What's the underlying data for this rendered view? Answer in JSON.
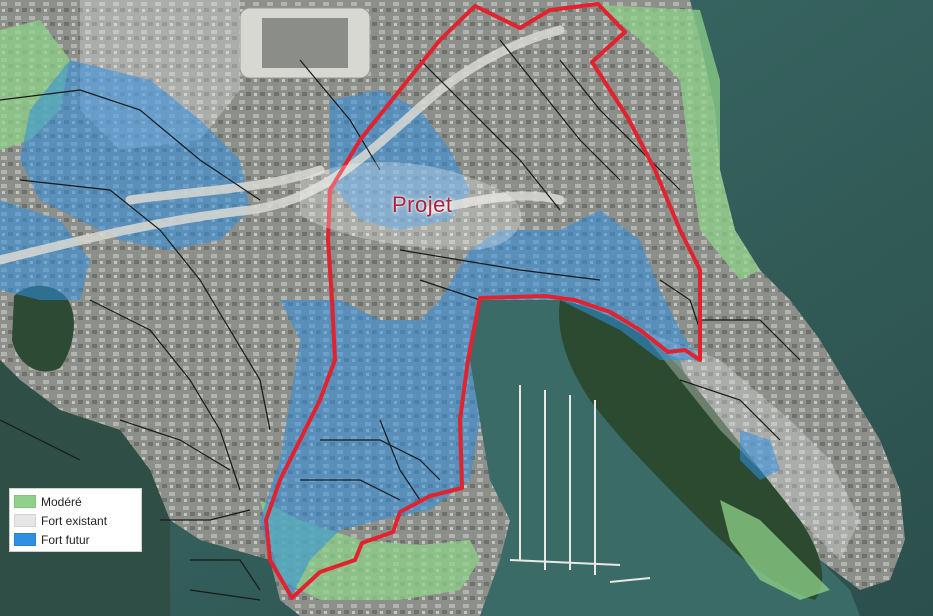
{
  "map": {
    "label": "Projet",
    "colors": {
      "moderate": "#8fd18a",
      "strong_existing": "#e6e6e6",
      "strong_future": "#2f8fe0",
      "project_outline": "#e2232f",
      "water": "#2f5a57"
    }
  },
  "legend": {
    "items": [
      {
        "label": "Modéré",
        "color": "#8fd18a"
      },
      {
        "label": "Fort existant",
        "color": "#e6e6e6"
      },
      {
        "label": "Fort futur",
        "color": "#2f8fe0"
      }
    ]
  }
}
